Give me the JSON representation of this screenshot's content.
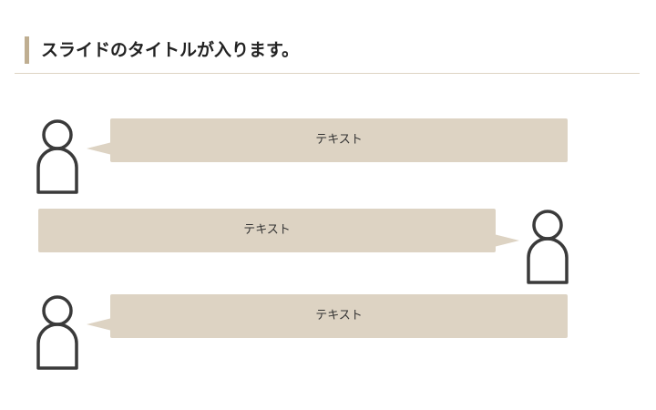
{
  "slide": {
    "title": "スライドのタイトルが入ります。",
    "accent_color": "#bfae91",
    "bubble_color": "#ddd3c3",
    "icon_color": "#3a3a3a"
  },
  "conversation": [
    {
      "speaker_side": "left",
      "icon": "person-icon",
      "text": "テキスト"
    },
    {
      "speaker_side": "right",
      "icon": "person-icon",
      "text": "テキスト"
    },
    {
      "speaker_side": "left",
      "icon": "person-icon",
      "text": "テキスト"
    }
  ]
}
